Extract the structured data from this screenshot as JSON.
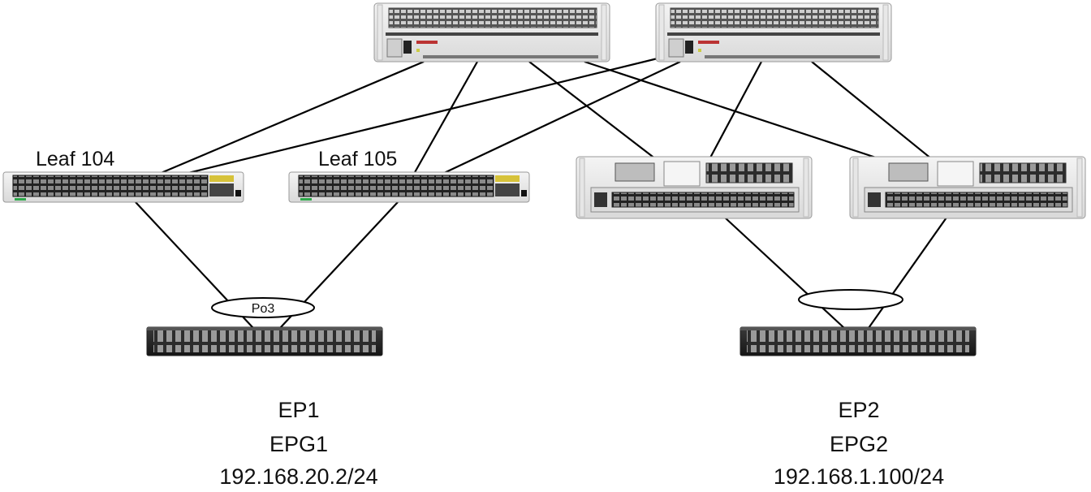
{
  "diagram": {
    "leafs": [
      {
        "id": "leaf-104",
        "label": "Leaf 104"
      },
      {
        "id": "leaf-105",
        "label": "Leaf 105"
      }
    ],
    "port_channel_label": "Po3",
    "endpoints": [
      {
        "name": "EP1",
        "epg": "EPG1",
        "ip": "192.168.20.2/24"
      },
      {
        "name": "EP2",
        "epg": "EPG2",
        "ip": "192.168.1.100/24"
      }
    ]
  }
}
